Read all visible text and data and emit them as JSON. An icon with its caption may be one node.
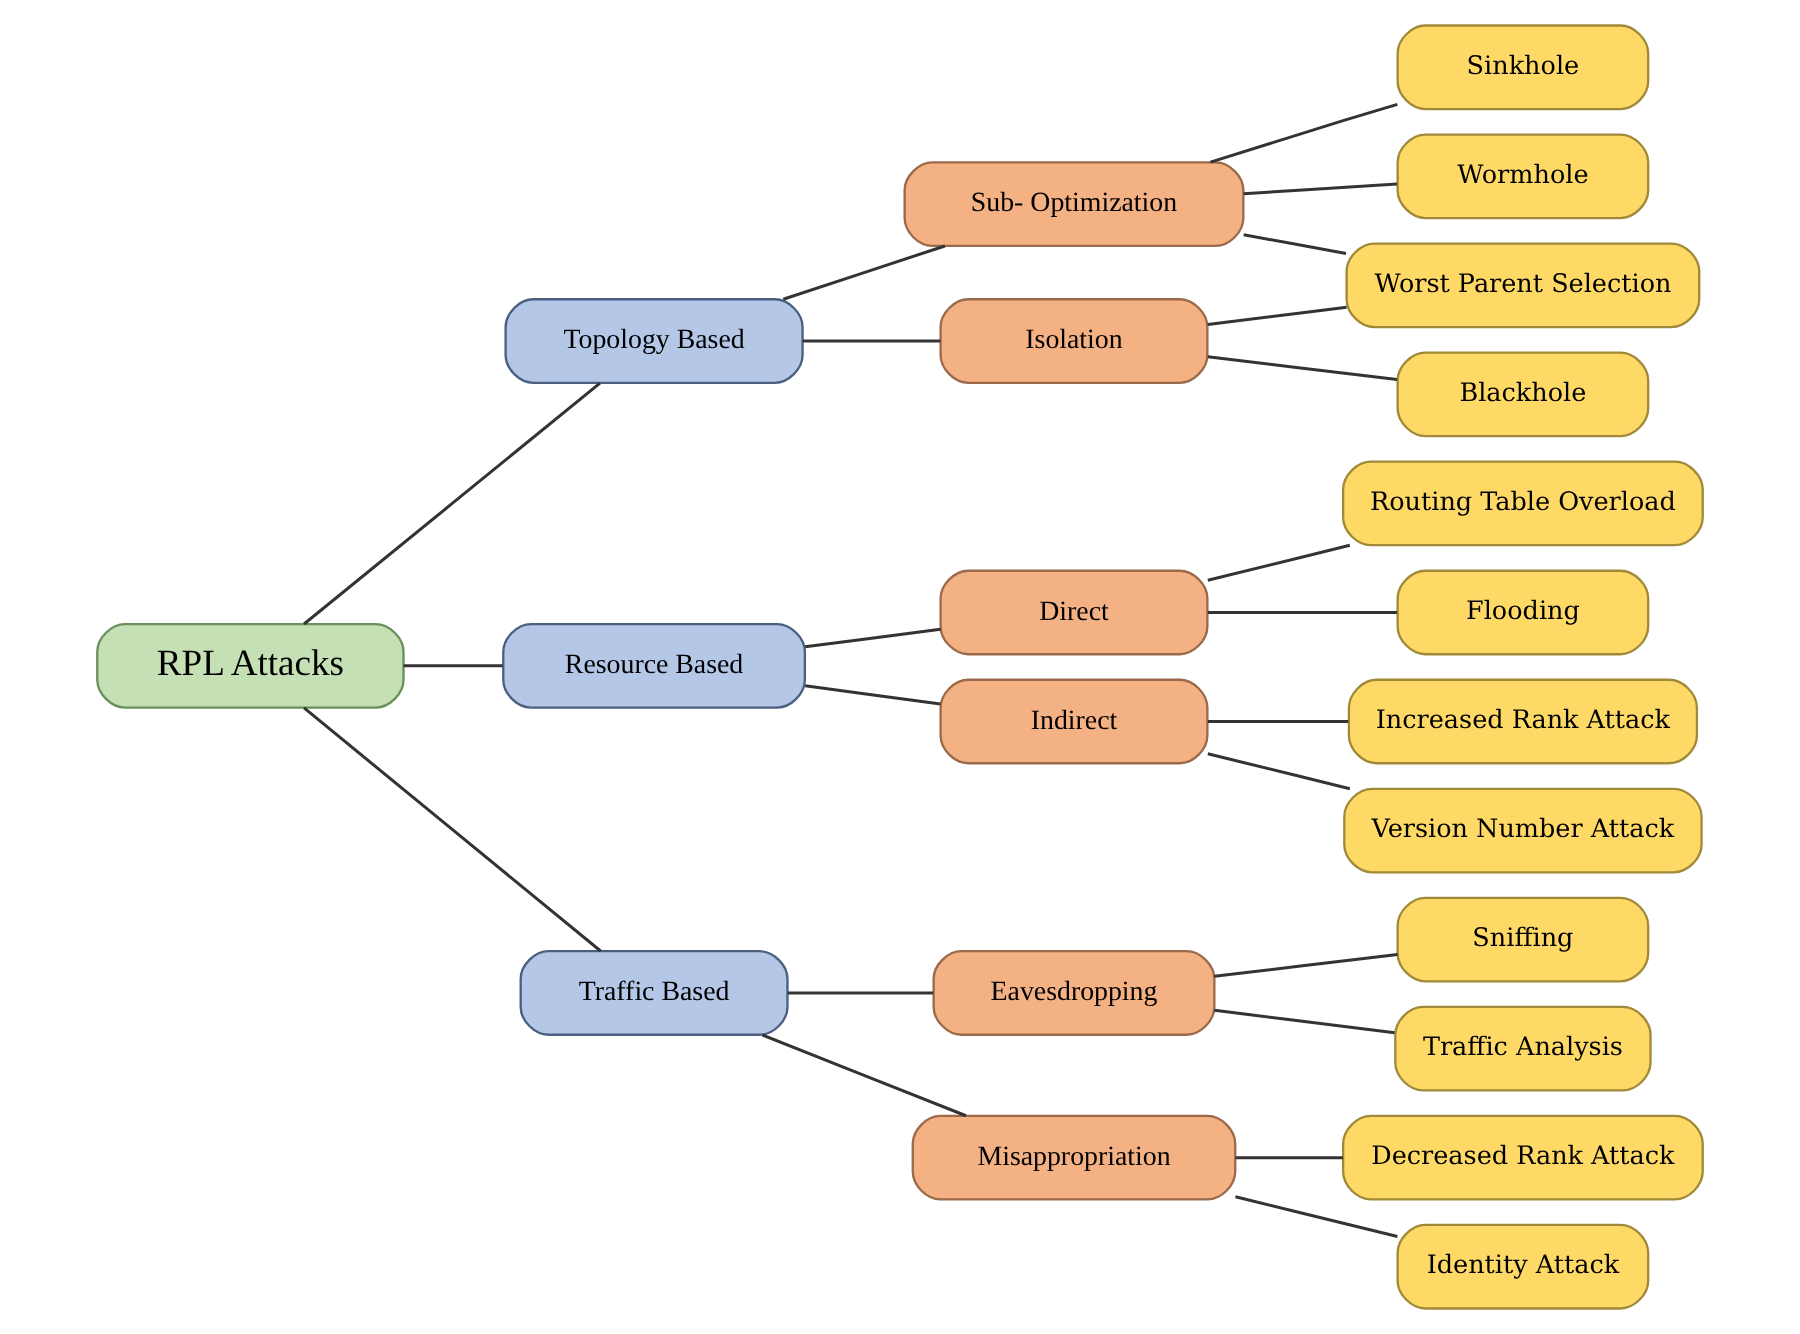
{
  "diagram": {
    "nodes": [
      {
        "text": [
          "RPL Attacks"
        ]
      },
      {
        "text": [
          "Topology Based"
        ]
      },
      {
        "text": [
          "Resource Based"
        ]
      },
      {
        "text": [
          "Traffic Based"
        ]
      },
      {
        "text": [
          "Sub- Optimization"
        ]
      },
      {
        "text": [
          "Isolation"
        ]
      },
      {
        "text": [
          "Direct"
        ]
      },
      {
        "text": [
          "Indirect"
        ]
      },
      {
        "text": [
          "Eavesdropping"
        ]
      },
      {
        "text": [
          "Misappropriation"
        ]
      },
      {
        "text": [
          "Sinkhole"
        ]
      },
      {
        "text": [
          "Wormhole"
        ]
      },
      {
        "text": [
          "Worst Parent Selection"
        ]
      },
      {
        "text": [
          "Blackhole"
        ]
      },
      {
        "text": [
          "Routing Table Overload"
        ]
      },
      {
        "text": [
          "Flooding"
        ]
      },
      {
        "text": [
          "Increased Rank Attack"
        ]
      },
      {
        "text": [
          "Version Number Attack"
        ]
      },
      {
        "text": [
          "Sniffing"
        ]
      },
      {
        "text": [
          "Traffic Analysis"
        ]
      },
      {
        "text": [
          "Decreased Rank Attack"
        ]
      },
      {
        "text": [
          "Identity Attack"
        ]
      }
    ],
    "edges": [
      {
        "from": 0,
        "to": 1,
        "arrow": "none"
      },
      {
        "from": 0,
        "to": 2,
        "arrow": "none"
      },
      {
        "from": 0,
        "to": 3,
        "arrow": "none"
      },
      {
        "from": 1,
        "to": 4,
        "arrow": "none"
      },
      {
        "from": 1,
        "to": 5,
        "arrow": "none"
      },
      {
        "from": 2,
        "to": 6,
        "arrow": "none"
      },
      {
        "from": 2,
        "to": 7,
        "arrow": "none"
      },
      {
        "from": 3,
        "to": 8,
        "arrow": "none"
      },
      {
        "from": 3,
        "to": 9,
        "arrow": "none"
      },
      {
        "from": 4,
        "to": 10,
        "arrow": "none"
      },
      {
        "from": 4,
        "to": 11,
        "arrow": "none"
      },
      {
        "from": 4,
        "to": 12,
        "arrow": "none"
      },
      {
        "from": 5,
        "to": 12,
        "arrow": "none"
      },
      {
        "from": 5,
        "to": 13,
        "arrow": "none"
      },
      {
        "from": 6,
        "to": 14,
        "arrow": "none"
      },
      {
        "from": 6,
        "to": 15,
        "arrow": "none"
      },
      {
        "from": 7,
        "to": 16,
        "arrow": "none"
      },
      {
        "from": 7,
        "to": 17,
        "arrow": "none"
      },
      {
        "from": 8,
        "to": 18,
        "arrow": "none"
      },
      {
        "from": 8,
        "to": 19,
        "arrow": "none"
      },
      {
        "from": 9,
        "to": 20,
        "arrow": "none"
      },
      {
        "from": 9,
        "to": 21,
        "arrow": "none"
      }
    ]
  }
}
